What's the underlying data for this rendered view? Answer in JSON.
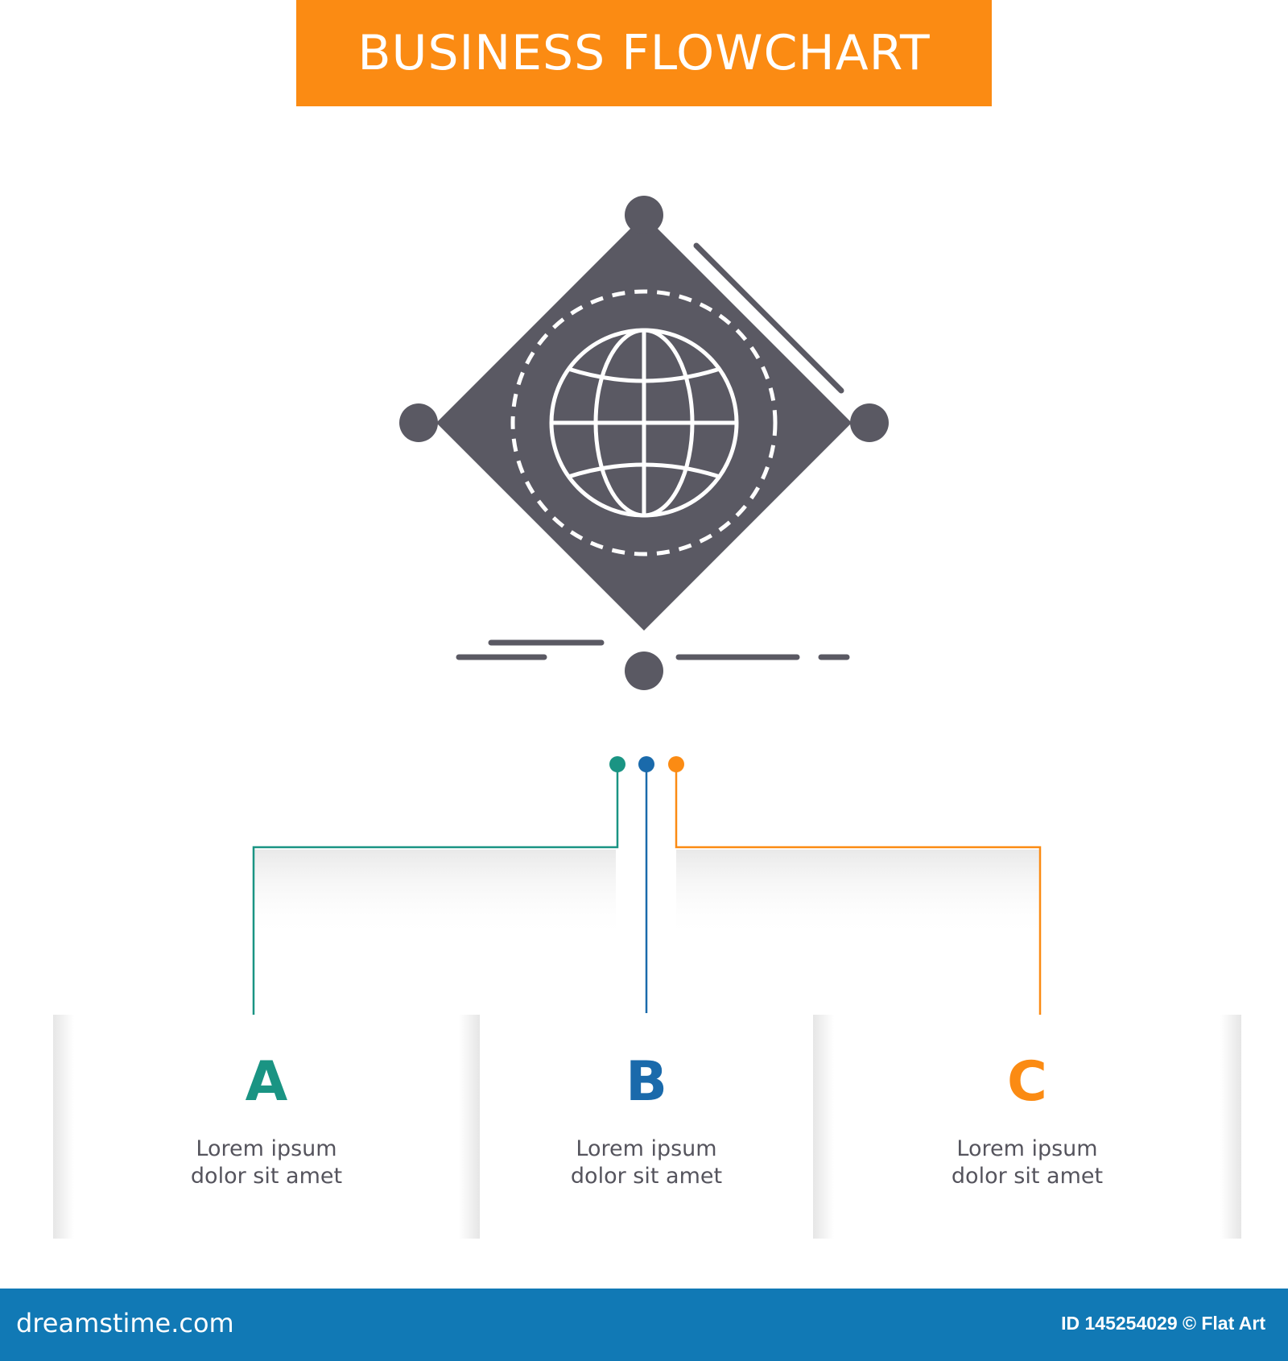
{
  "header": {
    "title": "BUSINESS FLOWCHART"
  },
  "colors": {
    "banner": "#fb8b13",
    "icon": "#5a5963",
    "teal": "#1a9483",
    "blue": "#1a6aab",
    "orange": "#fb8b13",
    "text": "#55545d",
    "footer": "#1179b5"
  },
  "main_icon": {
    "name": "globe-network-icon"
  },
  "nodes": [
    {
      "letter": "A",
      "line1": "Lorem ipsum",
      "line2": "dolor sit amet",
      "color": "#1a9483"
    },
    {
      "letter": "B",
      "line1": "Lorem ipsum",
      "line2": "dolor sit amet",
      "color": "#1a6aab"
    },
    {
      "letter": "C",
      "line1": "Lorem ipsum",
      "line2": "dolor sit amet",
      "color": "#fb8b13"
    }
  ],
  "footer": {
    "site": "dreamstime.com",
    "id_text": "ID 145254029 © Flat Art"
  }
}
